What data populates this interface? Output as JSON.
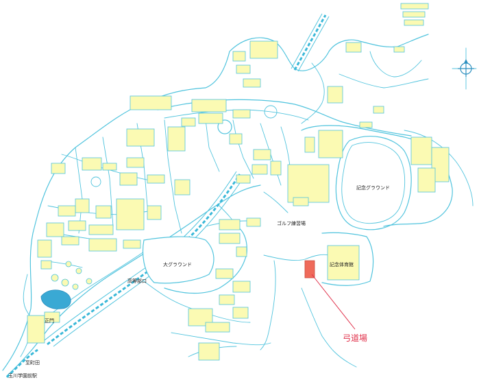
{
  "labels": {
    "memorial_ground": "記念グラウンド",
    "golf_practice": "ゴルフ練習場",
    "memorial_gym": "記念体育館",
    "big_ground": "大グラウンド",
    "high_school_gate": "高等部口",
    "main_gate": "正門",
    "nishimachida": "至町田",
    "station": "玉川学園前駅",
    "archery_range": "弓道場"
  },
  "colors": {
    "road": "#4fc3dd",
    "building": "#fbfab3",
    "highlight": "#ef6a5a",
    "callout": "#e0304a"
  },
  "icons": {
    "compass": "compass-rose-icon"
  }
}
